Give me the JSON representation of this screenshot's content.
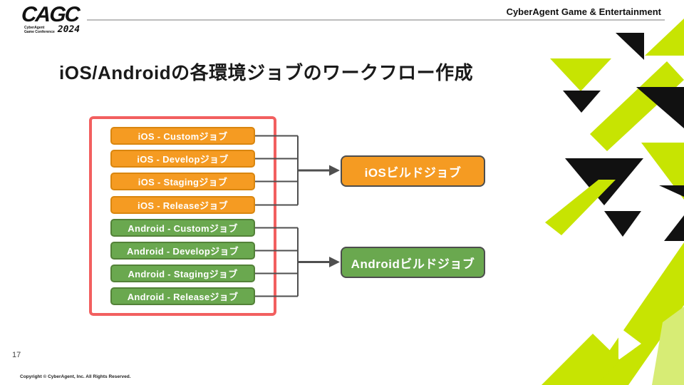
{
  "header": {
    "logo": {
      "acronym": "CAGC",
      "subtext_line1": "CyberAgent",
      "subtext_line2": "Game Conference",
      "year": "2024"
    },
    "brand_text": "CyberAgent Game & Entertainment"
  },
  "slide": {
    "title": "iOS/Androidの各環境ジョブのワークフロー作成",
    "page_number": "17",
    "copyright": "Copyright © CyberAgent, Inc. All Rights Reserved."
  },
  "diagram": {
    "source_jobs": [
      {
        "label": "iOS - Customジョブ",
        "platform": "ios"
      },
      {
        "label": "iOS - Developジョブ",
        "platform": "ios"
      },
      {
        "label": "iOS - Stagingジョブ",
        "platform": "ios"
      },
      {
        "label": "iOS - Releaseジョブ",
        "platform": "ios"
      },
      {
        "label": "Android - Customジョブ",
        "platform": "android"
      },
      {
        "label": "Android - Developジョブ",
        "platform": "android"
      },
      {
        "label": "Android - Stagingジョブ",
        "platform": "android"
      },
      {
        "label": "Android - Releaseジョブ",
        "platform": "android"
      }
    ],
    "build_jobs": [
      {
        "label": "iOSビルドジョブ",
        "platform": "ios"
      },
      {
        "label": "Androidビルドジョブ",
        "platform": "android"
      }
    ],
    "colors": {
      "ios_orange": "#F59B22",
      "android_green": "#6AA84F",
      "highlight_red": "#F25F5F",
      "connector_gray": "#4F4F4F",
      "brand_lime": "#C7E402",
      "brand_black": "#111111"
    }
  }
}
